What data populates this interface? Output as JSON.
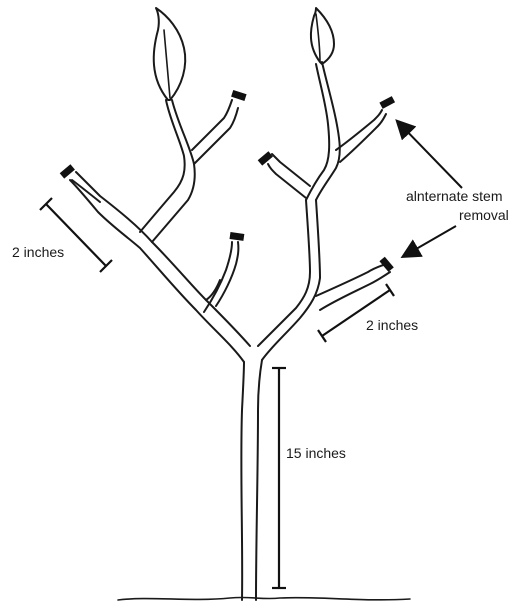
{
  "labels": {
    "left_measure": "2 inches",
    "right_measure": "2 inches",
    "trunk_measure": "15 inches",
    "removal_line1": "alnternate stem",
    "removal_line2": "removal"
  },
  "colors": {
    "ink": "#1a1a1a",
    "background": "#ffffff"
  }
}
